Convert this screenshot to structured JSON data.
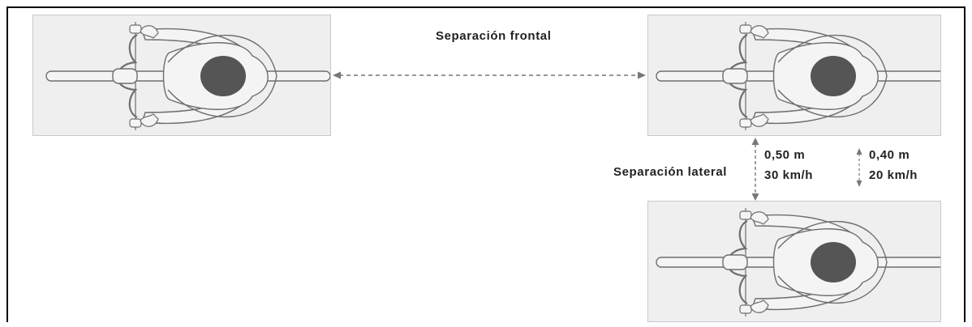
{
  "diagram": {
    "frontal_label": "Separación frontal",
    "lateral_label": "Separación lateral",
    "distance_a": {
      "meters": "0,50 m",
      "speed": "30 km/h"
    },
    "distance_b": {
      "meters": "0,40 m",
      "speed": "20 km/h"
    }
  },
  "colors": {
    "panel_bg": "#efefef",
    "rider_fill": "#f4f4f4",
    "rider_stroke": "#6e6e6e",
    "head_fill": "#555555",
    "arrow": "#777777"
  },
  "icons": [
    "cyclist-top-view-icon",
    "double-arrow-icon"
  ]
}
